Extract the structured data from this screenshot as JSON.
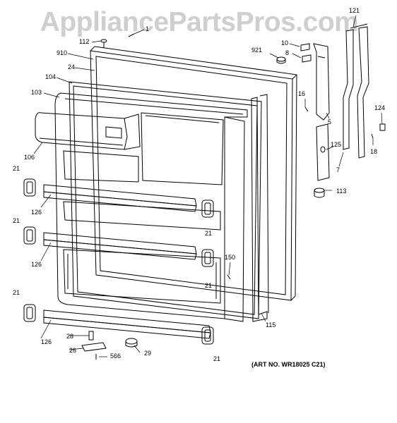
{
  "watermark": "AppliancePartsPros.com",
  "art_number": "(ART NO. WR18025 C21)",
  "callouts": {
    "c1": "1",
    "c112": "112",
    "c910": "910",
    "c24": "24",
    "c104": "104",
    "c103": "103",
    "c106": "106",
    "c21a": "21",
    "c21b": "21",
    "c21c": "21",
    "c21d": "21",
    "c21e": "21",
    "c21f": "21",
    "c126a": "126",
    "c126b": "126",
    "c126c": "126",
    "c28": "28",
    "c26": "26",
    "c566": "566",
    "c29": "29",
    "c150": "150",
    "c115": "115",
    "c921": "921",
    "c10": "10",
    "c8": "8",
    "c121": "121",
    "c16": "16",
    "c5": "5",
    "c124": "124",
    "c125": "125",
    "c18": "18",
    "c7": "7",
    "c113": "113"
  }
}
